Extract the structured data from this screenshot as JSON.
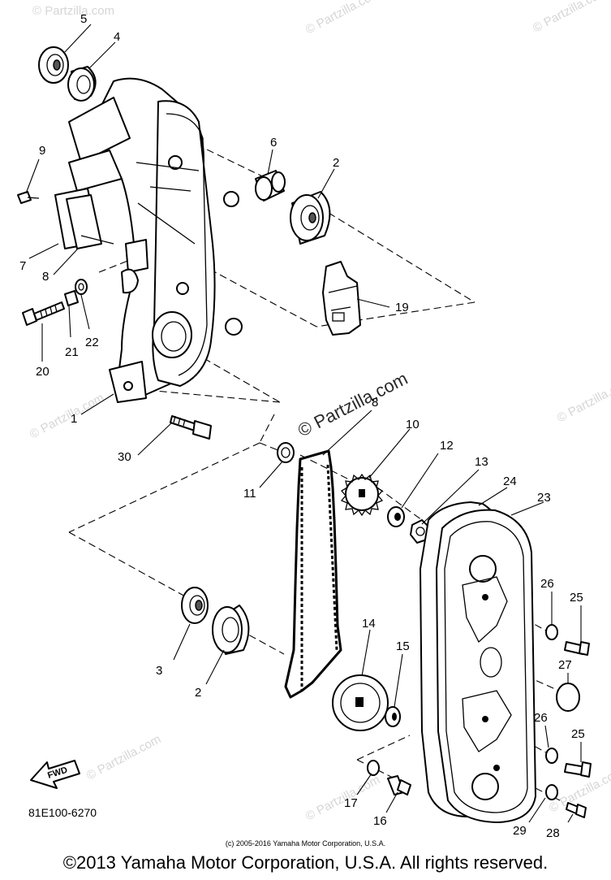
{
  "watermark": "© Partzilla.com",
  "center_watermark": "© Partzilla.com",
  "diagram_code": "81E100-6270",
  "fwd_label": "FWD",
  "small_copyright": "(c) 2005-2016 Yamaha Motor Corporation, U.S.A.",
  "main_copyright": "©2013 Yamaha Motor Corporation, U.S.A. All rights reserved.",
  "callouts": {
    "n1": "1",
    "n2a": "2",
    "n2b": "2",
    "n3": "3",
    "n4": "4",
    "n5": "5",
    "n6": "6",
    "n7": "7",
    "n8a": "8",
    "n8b": "8",
    "n9": "9",
    "n10": "10",
    "n11": "11",
    "n12": "12",
    "n13": "13",
    "n14": "14",
    "n15": "15",
    "n16": "16",
    "n17": "17",
    "n19": "19",
    "n20": "20",
    "n21": "21",
    "n22": "22",
    "n23": "23",
    "n24": "24",
    "n25a": "25",
    "n25b": "25",
    "n26a": "26",
    "n26b": "26",
    "n27": "27",
    "n28": "28",
    "n29": "29",
    "n30": "30"
  }
}
